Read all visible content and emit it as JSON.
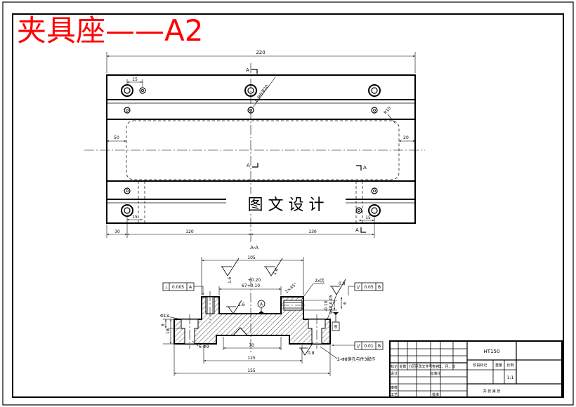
{
  "title": "夹具座——A2",
  "watermark": "图 文 设 计",
  "colors": {
    "title": "#ff0000",
    "line": "#000000",
    "background": "#ffffff"
  },
  "top_view": {
    "overall_length": "220",
    "top_hole_offset": "15",
    "thread_note": "6-M8深20",
    "slot_radius": "R10",
    "slot_left_offset": "50",
    "slot_right_offset": "20",
    "bottom_left_offset": "15",
    "bottom_right_offset": "15",
    "edge_to_hole": "30",
    "left_pitch": "120",
    "right_pitch": "130",
    "section_marks": [
      "A",
      "A",
      "A",
      "A"
    ]
  },
  "section_view": {
    "label": "A-A",
    "boss_span": "105",
    "roughness_left": "1.6",
    "roughness_right": "1.6",
    "inner_width_tol_upper": "+0.20",
    "inner_width": "67+0.10",
    "chamfer": "2×45°",
    "counterbore_note": "2x沉",
    "roughness_top_right": "0.8",
    "perpendicularity": {
      "symbol": "⊥",
      "tolerance": "0.005",
      "datum": "A"
    },
    "parallelism_top": {
      "symbol": "//",
      "tolerance": "0.05",
      "datum": "B"
    },
    "roughness_center": "1.6",
    "datum_a": "A",
    "bore_tol": "-0.10",
    "bore_dia": "φ20-0.05",
    "step_height": "6",
    "datum_b": "B",
    "counterbore_dia": "Φ13",
    "counterbore_depth": "8",
    "flange_height": "18",
    "hole_note": "6-Φ9",
    "base_inner": "70",
    "roughness_bottom": "0.8",
    "parallelism_bottom": {
      "symbol": "//",
      "tolerance": "0.01",
      "datum": "B"
    },
    "pin_note": "2-Φ8销孔与件3配作",
    "flange_span": "125",
    "overall_width": "155"
  },
  "title_block": {
    "material": "HT150",
    "headers": [
      "标记",
      "处数",
      "分区",
      "更改文件号",
      "签名",
      "年、月、日"
    ],
    "design": "设计",
    "standardization": "标准化",
    "review": "审核",
    "process": "工艺",
    "approve": "批准",
    "stage_mark": "阶段标记",
    "weight": "重量",
    "scale_label": "比例",
    "scale": "1:1",
    "sheet": "共 张 第 张"
  }
}
